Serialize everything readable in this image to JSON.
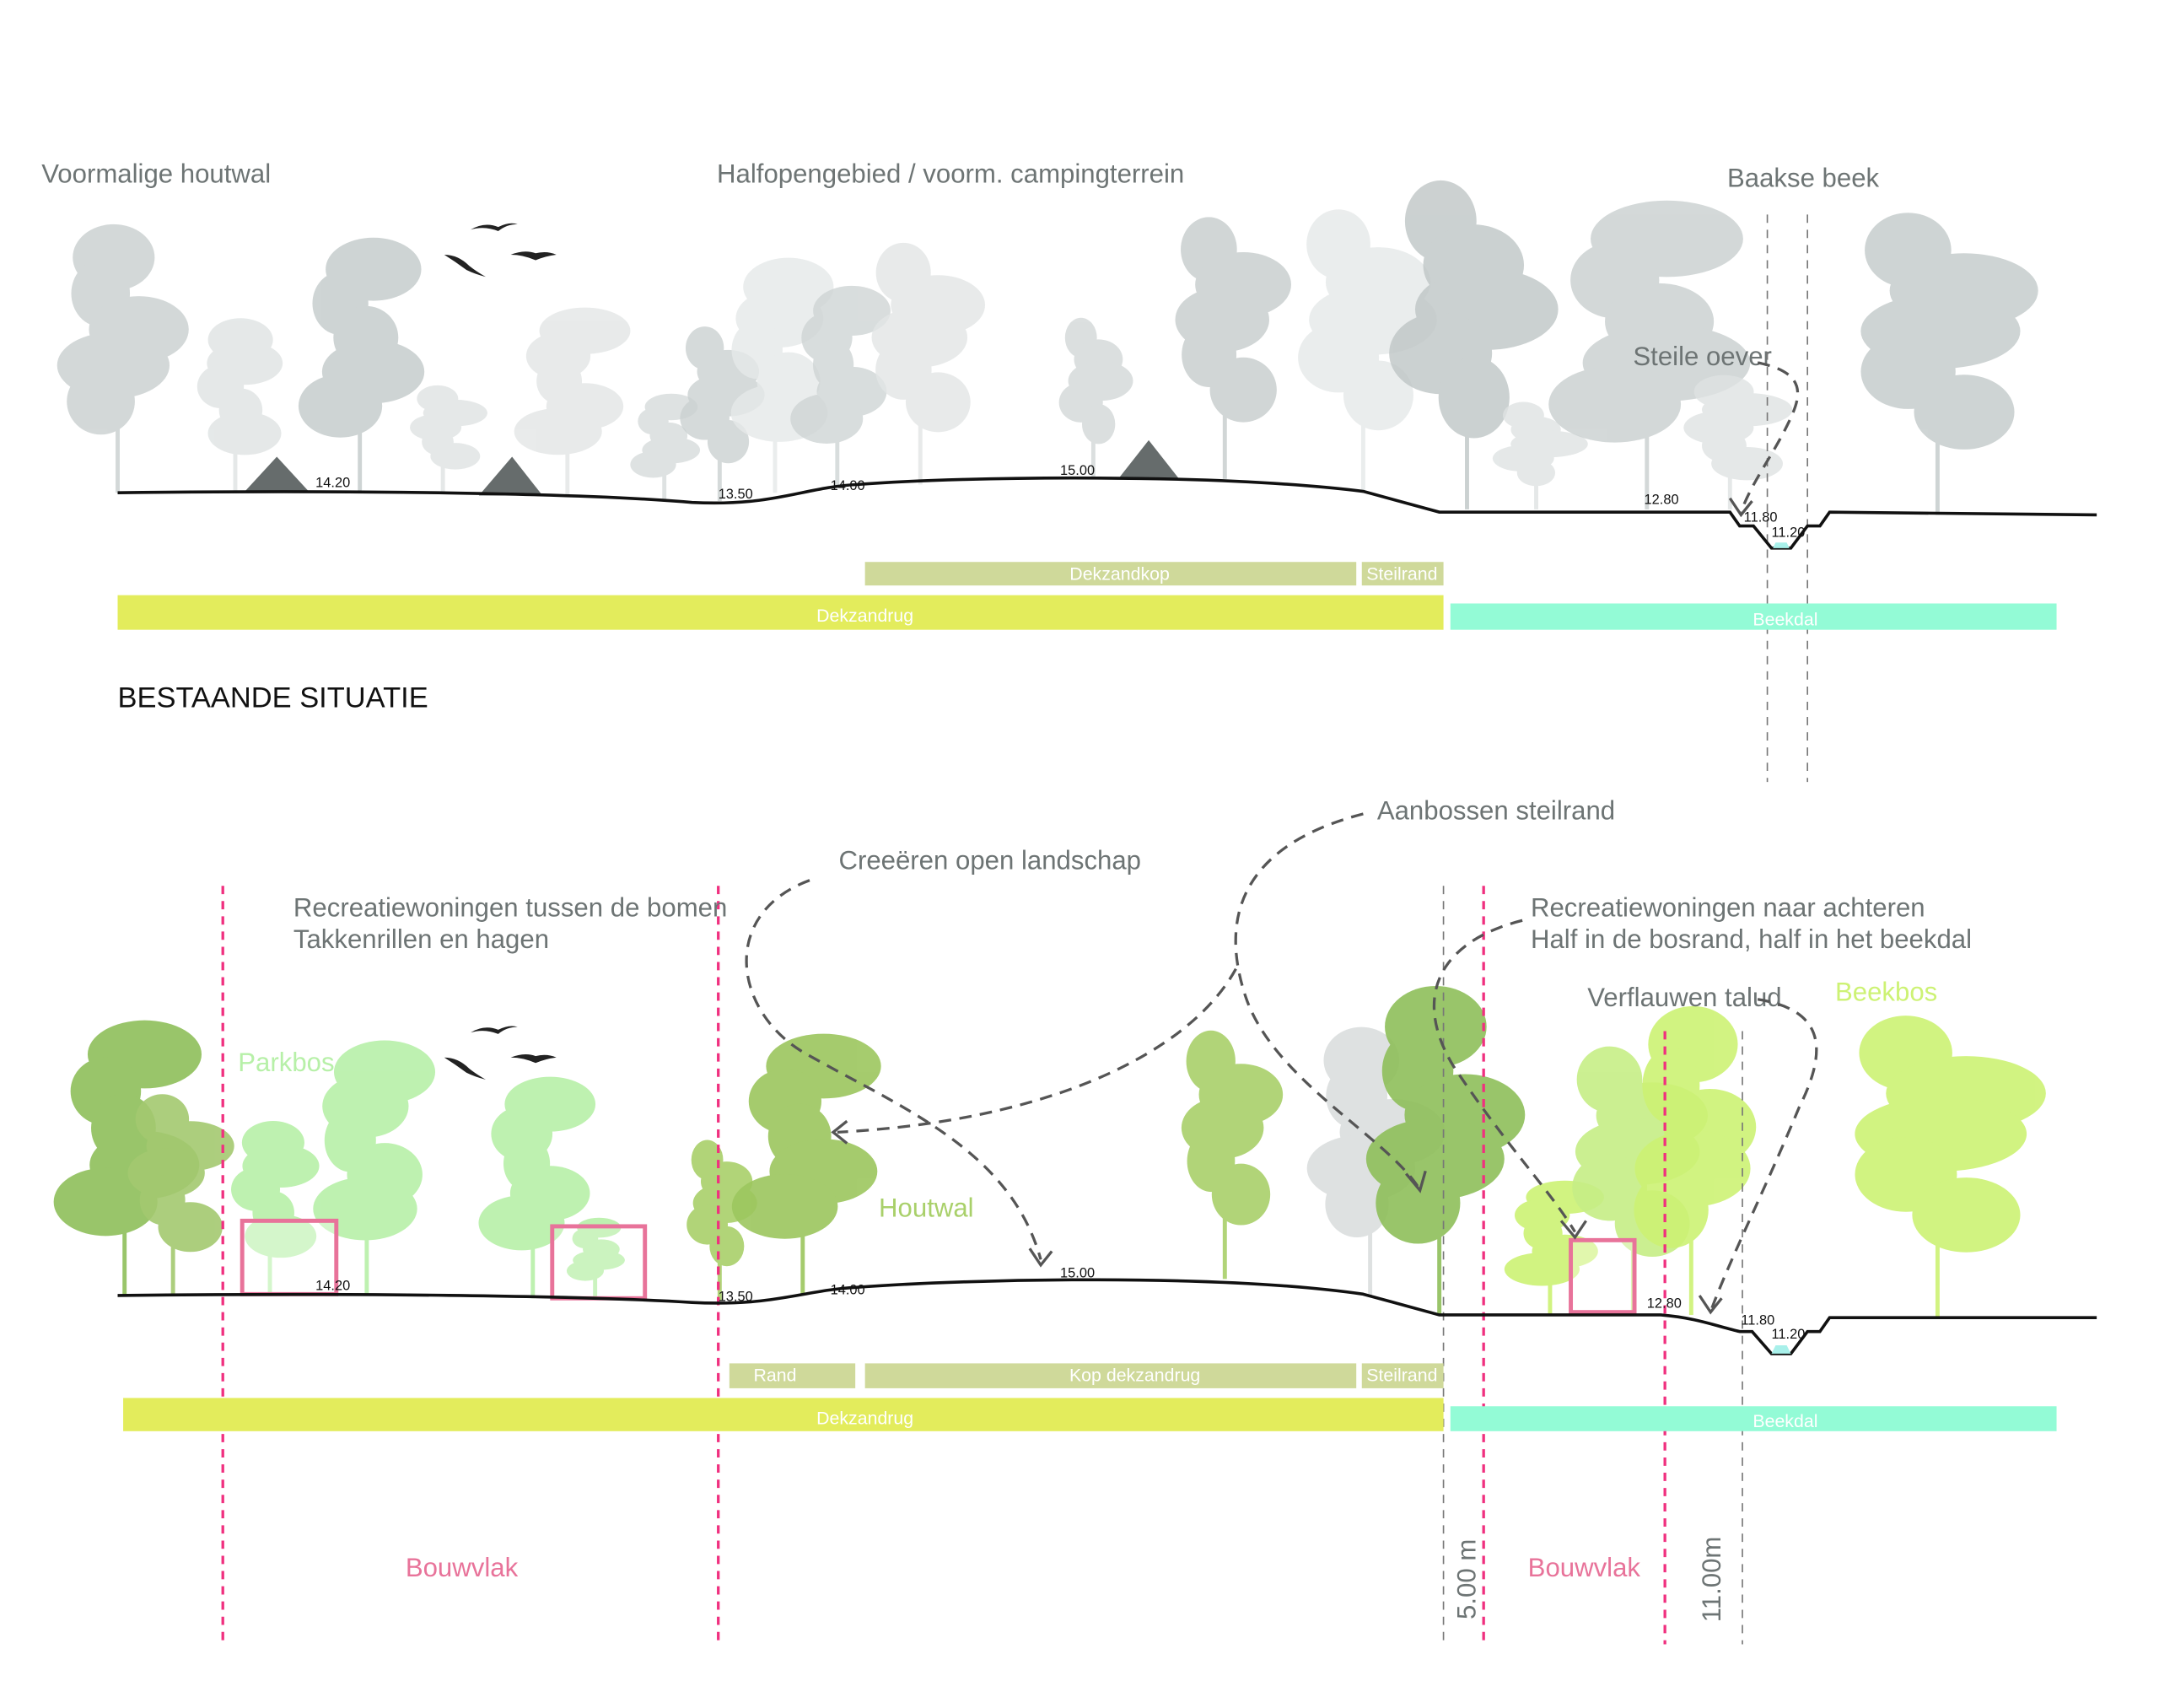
{
  "colors": {
    "dekzandrug": "#e3ec5c",
    "dekzandkop": "#cfd99a",
    "beekdal": "#93fbd6",
    "bouwvlak": "#f0307f",
    "house_frame": "#e8739a",
    "label_gray": "#6d7474",
    "parkbos": "#b7f0a8",
    "beekbos": "#cdf274",
    "houtwal": "#a9d06a"
  },
  "existing": {
    "heading": "BESTAANDE SITUATIE",
    "labels": {
      "houtwal": "Voormalige houtwal",
      "halfopen": "Halfopengebied / voorm. campingterrein",
      "beek": "Baakse beek",
      "oever": "Steile oever"
    },
    "elevations": [
      "14.20",
      "13.50",
      "14.00",
      "15.00",
      "12.80",
      "11.80",
      "11.20"
    ],
    "bars": {
      "dekzandkop": "Dekzandkop",
      "steilrand": "Steilrand",
      "dekzandrug": "Dekzandrug",
      "beekdal": "Beekdal"
    },
    "icons": [
      "tent-icon",
      "tent-icon",
      "tent-icon",
      "bird-icon",
      "bird-icon",
      "bird-icon"
    ]
  },
  "proposed": {
    "labels": {
      "aanbossen": "Aanbossen steilrand",
      "open": "Creeëren open landschap",
      "recreatie1_line1": "Recreatiewoningen tussen de bomen",
      "recreatie1_line2": "Takkenrillen en hagen",
      "recreatie2_line1": "Recreatiewoningen naar achteren",
      "recreatie2_line2": "Half in de bosrand, half in het beekdal",
      "talud": "Verflauwen talud",
      "beekbos": "Beekbos",
      "parkbos": "Parkbos",
      "houtwal": "Houtwal",
      "bouwvlak_left": "Bouwvlak",
      "bouwvlak_right": "Bouwvlak",
      "dim_5": "5.00 m",
      "dim_11": "11.00m"
    },
    "elevations": [
      "14.20",
      "13.50",
      "14.00",
      "15.00",
      "12.80",
      "11.80",
      "11.20"
    ],
    "bars": {
      "rand": "Rand",
      "kop": "Kop dekzandrug",
      "steilrand": "Steilrand",
      "dekzandrug": "Dekzandrug",
      "beekdal": "Beekdal"
    }
  }
}
